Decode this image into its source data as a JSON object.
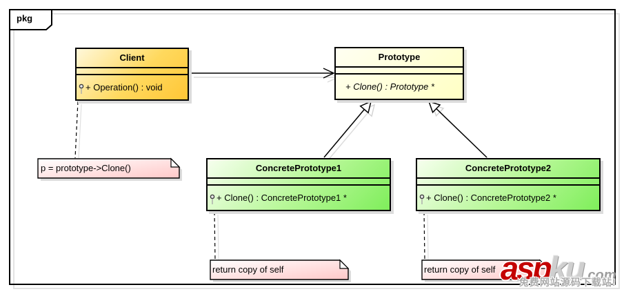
{
  "package_label": "pkg",
  "classes": [
    {
      "name": "Client",
      "methods": [
        {
          "text": "+ Operation() : void",
          "italic": false,
          "note_anchor": true
        }
      ]
    },
    {
      "name": "Prototype",
      "methods": [
        {
          "text": "+ Clone() : Prototype *",
          "italic": true,
          "note_anchor": false
        }
      ]
    },
    {
      "name": "ConcretePrototype1",
      "methods": [
        {
          "text": "+ Clone() : ConcretePrototype1 *",
          "italic": false,
          "note_anchor": true
        }
      ]
    },
    {
      "name": "ConcretePrototype2",
      "methods": [
        {
          "text": "+ Clone() : ConcretePrototype2 *",
          "italic": false,
          "note_anchor": true
        }
      ]
    }
  ],
  "notes": [
    {
      "text": "p = prototype->Clone()",
      "attached_to": "Client"
    },
    {
      "text": "return copy of self",
      "attached_to": "ConcretePrototype1"
    },
    {
      "text": "return copy of self",
      "attached_to": "ConcretePrototype2"
    }
  ],
  "relationships": [
    {
      "from": "Client",
      "to": "Prototype",
      "type": "association-arrow"
    },
    {
      "from": "ConcretePrototype1",
      "to": "Prototype",
      "type": "generalization"
    },
    {
      "from": "ConcretePrototype2",
      "to": "Prototype",
      "type": "generalization"
    }
  ],
  "watermark": {
    "part1": "asp",
    "part2": "ku",
    "part3": ".com",
    "tagline": "免费网站源码下载站!"
  },
  "colors": {
    "client_fill_start": "#FFF8DA",
    "client_fill_end": "#FFC636",
    "abstract_fill_start": "#FFFFF2",
    "abstract_fill_end": "#FFFFC4",
    "concrete_fill_start": "#F6FFEE",
    "concrete_fill_end": "#7FEE5B",
    "note_fill_start": "#FFFFFF",
    "note_fill_end": "#FFC8C8",
    "border": "#000000",
    "shadow": "#DCDCDC",
    "watermark_red": "#C40000",
    "watermark_gray": "#ABABAB"
  }
}
